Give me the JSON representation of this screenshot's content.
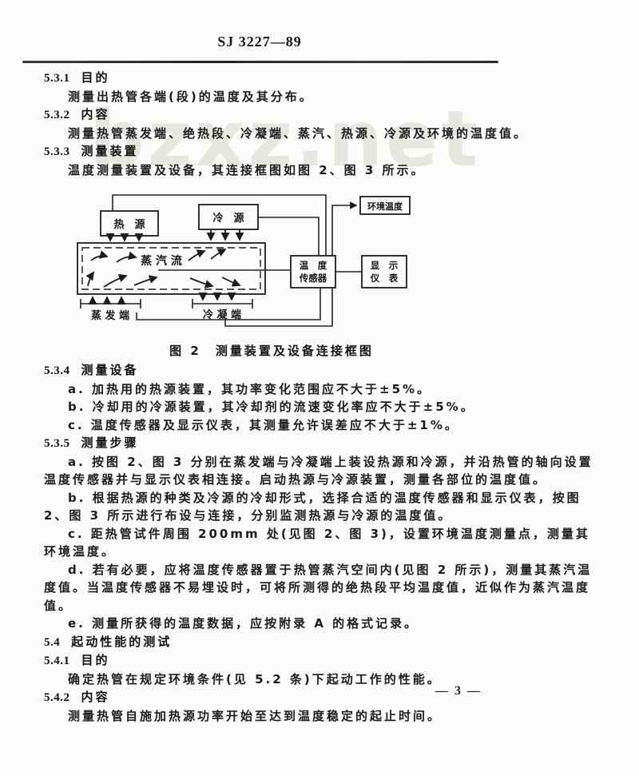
{
  "page": {
    "header": "SJ 3227—89",
    "watermark": "bzxz.net",
    "page_number": "— 3 —"
  },
  "sections": {
    "s531": {
      "num": "5.3.1",
      "title": "目的",
      "body": "测量出热管各端(段)的温度及其分布。"
    },
    "s532": {
      "num": "5.3.2",
      "title": "内容",
      "body": "测量热管蒸发端、绝热段、冷凝端、蒸汽、热源、冷源及环境的温度值。"
    },
    "s533": {
      "num": "5.3.3",
      "title": "测量装置",
      "body": "温度测量装置及设备，其连接框图如图 2、图 3 所示。"
    },
    "s534": {
      "num": "5.3.4",
      "title": "测量设备",
      "items": [
        "a.  加热用的热源装置，其功率变化范围应不大于±5%。",
        "b.  冷却用的冷源装置，其冷却剂的流速变化率应不大于±5%。",
        "c.  温度传感器及显示仪表，其测量允许误差应不大于±1%。"
      ]
    },
    "s535": {
      "num": "5.3.5",
      "title": "测量步骤",
      "items": [
        "a.  按图 2、图 3 分别在蒸发端与冷凝端上装设热源和冷源，并沿热管的轴向设置温度传感器并与显示仪表相连接。启动热源与冷源装置，测量各部位的温度值。",
        "b.  根据热源的种类及冷源的冷却形式，选择合适的温度传感器和显示仪表，按图 2、图 3 所示进行布设与连接，分别监测热源与冷源的温度值。",
        "c.  距热管试件周围 200mm 处(见图 2、图 3)，设置环境温度测量点，测量其环境温度。",
        "d.  若有必要，应将温度传感器置于热管蒸汽空间内(见图 2 所示)，测量其蒸汽温度值。当温度传感器不易埋设时，可将所测得的绝热段平均温度值，近似作为蒸汽温度值。",
        "e.  测量所获得的温度数据，应按附录 A 的格式记录。"
      ]
    },
    "s54": {
      "num": "5.4",
      "title": "起动性能的测试"
    },
    "s541": {
      "num": "5.4.1",
      "title": "目的",
      "body": "确定热管在规定环境条件(见 5.2 条)下起动工作的性能。"
    },
    "s542": {
      "num": "5.4.2",
      "title": "内容",
      "body": "测量热管自施加热源功率开始至达到温度稳定的起止时间。"
    }
  },
  "figure": {
    "caption": "图 2　测量装置及设备连接框图",
    "labels": {
      "heat_source": "热　源",
      "cold_source": "冷　源",
      "vapor_flow": "蒸 汽 流",
      "evaporator": "蒸 发 端",
      "condenser": "冷 凝 端",
      "sensor_top": "温　度",
      "sensor_bottom": "传感器",
      "display_top": "显　示",
      "display_bottom": "仪　表",
      "ambient": "环境温度"
    }
  }
}
